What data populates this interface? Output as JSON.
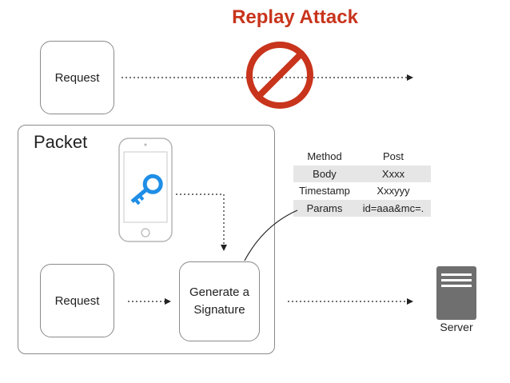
{
  "title": "Replay Attack",
  "top_request": {
    "label": "Request"
  },
  "packet": {
    "label": "Packet",
    "request": {
      "label": "Request"
    },
    "generate": {
      "line1": "Generate a",
      "line2": "Signature"
    }
  },
  "signature_table": {
    "rows": [
      {
        "key": "Method",
        "value": "Post"
      },
      {
        "key": "Body",
        "value": "Xxxx"
      },
      {
        "key": "Timestamp",
        "value": "Xxxyyy"
      },
      {
        "key": "Params",
        "value": "id=aaa&mc=."
      }
    ]
  },
  "server": {
    "label": "Server"
  },
  "colors": {
    "title": "#c8341c",
    "prohibition": "#c8341c",
    "key_icon": "#1f8ee6",
    "arrows": "#222222",
    "server": "#6f6f6f"
  },
  "icons": {
    "prohibition": "no-entry-icon",
    "phone": "smartphone-icon",
    "key": "key-icon",
    "server": "server-icon"
  }
}
